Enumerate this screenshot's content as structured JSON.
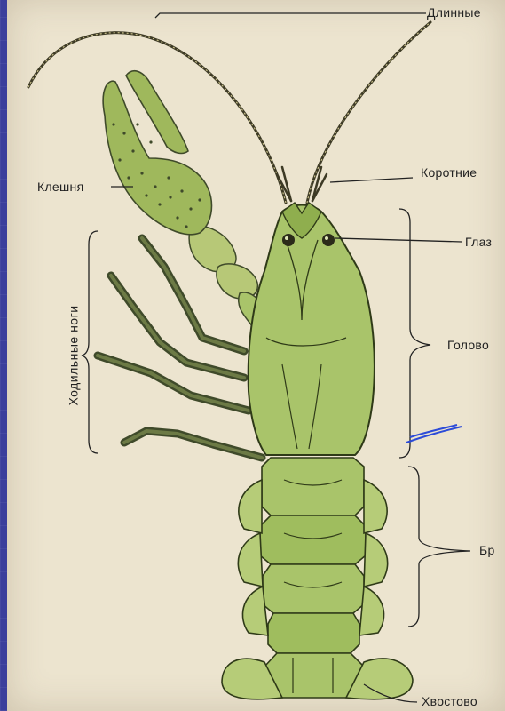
{
  "labels": {
    "long_antennae": "Длинные",
    "claw": "Клешня",
    "short_antennae": "Коротние",
    "eye": "Глаз",
    "cephalothorax": "Голово",
    "walking_legs": "Ходильные ноги",
    "abdomen": "Бр",
    "tail": "Хвостово"
  },
  "colors": {
    "background": "#3b3f9c",
    "paper": "#ece4cf",
    "body_green": "#a9c46a",
    "body_dark": "#5f7a2e",
    "claw_green": "#9fb85c",
    "leg_dark": "#3f4a2a",
    "line": "#222222"
  }
}
